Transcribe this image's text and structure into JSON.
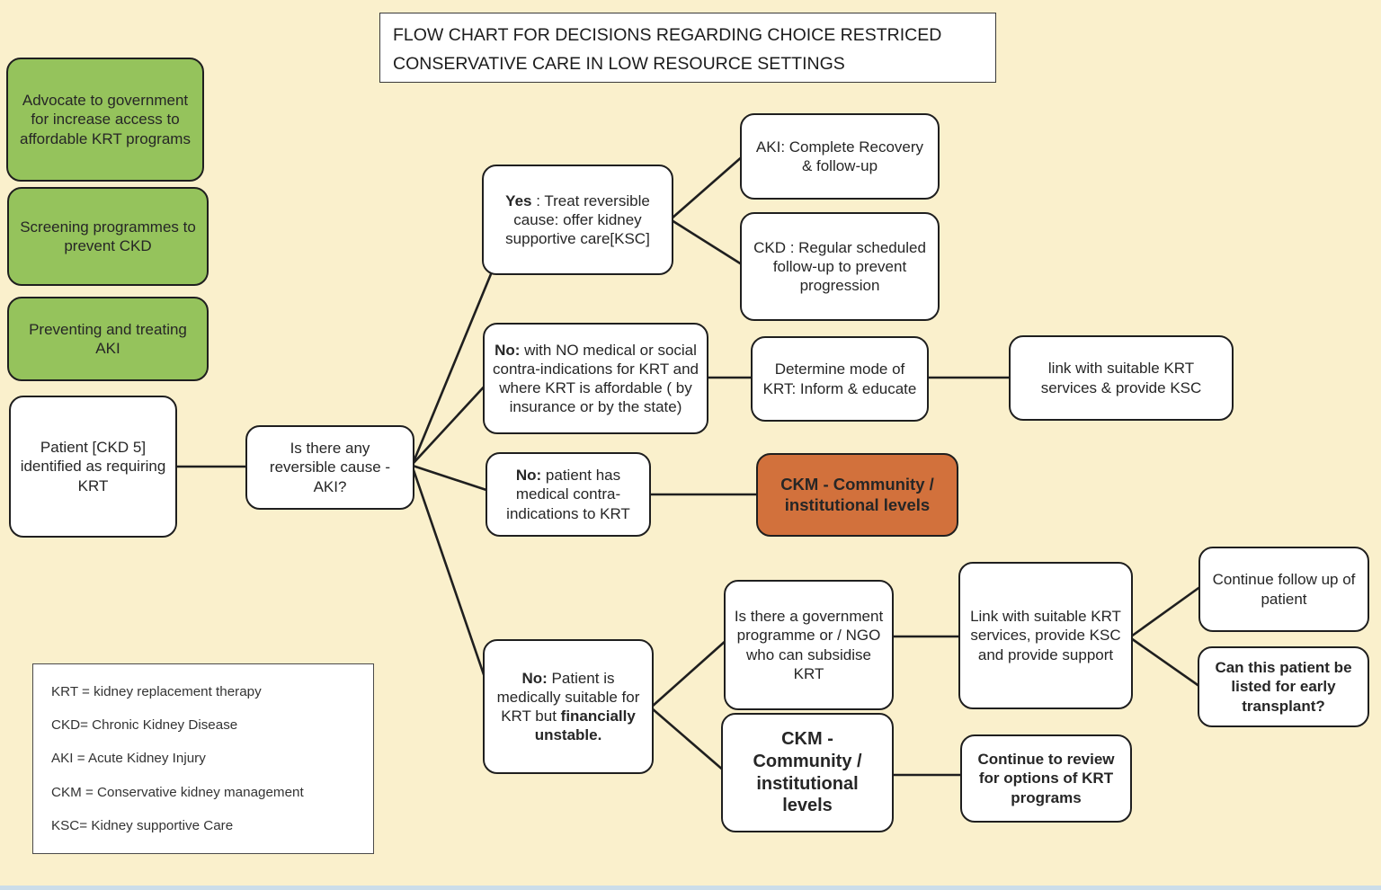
{
  "title": {
    "line1": "FLOW CHART FOR DECISIONS REGARDING CHOICE RESTRICED",
    "line2": "CONSERVATIVE CARE IN LOW RESOURCE SETTINGS"
  },
  "side_actions": [
    {
      "label": "Advocate to government for increase access to affordable KRT programs"
    },
    {
      "label": "Screening programmes to prevent CKD"
    },
    {
      "label": "Preventing and treating AKI"
    }
  ],
  "flow": {
    "patient": "Patient [CKD 5] identified as requiring KRT",
    "reversible_question": "Is there any reversible cause - AKI?",
    "yes_branch": {
      "prefix": "Yes",
      "rest": " : Treat reversible cause: offer kidney supportive care[KSC]"
    },
    "aki_outcome": "AKI: Complete Recovery & follow-up",
    "ckd_outcome": "CKD : Regular scheduled follow-up to prevent progression",
    "no_affordable": {
      "prefix": "No:",
      "rest": " with NO medical or social contra-indications for KRT and where KRT is affordable ( by insurance or by the state)"
    },
    "determine_mode": "Determine mode of KRT: Inform & educate",
    "link_krt_ksc": "link with suitable KRT services & provide KSC",
    "no_medical": {
      "prefix": "No:",
      "rest": " patient has medical contra-indications to KRT"
    },
    "ckm_orange": "CKM - Community / institutional levels",
    "no_financial": {
      "prefix": "No:",
      "mid": " Patient is medically suitable for KRT but ",
      "bold": "financially unstable."
    },
    "gov_programme": "Is there a government programme or / NGO who can subsidise KRT",
    "link_support": "Link with suitable KRT services, provide KSC and provide support",
    "ckm_white": "CKM - Community / institutional levels",
    "continue_followup": "Continue follow up of patient",
    "early_transplant": "Can this patient be listed for early transplant?",
    "review_programs": "Continue to review for options of KRT programs"
  },
  "legend": {
    "items": [
      "KRT = kidney replacement therapy",
      "CKD= Chronic Kidney Disease",
      "AKI = Acute Kidney Injury",
      "CKM = Conservative kidney management",
      "KSC= Kidney supportive Care"
    ]
  },
  "colors": {
    "background": "#FAF0CC",
    "action_green": "#95C35C",
    "ckm_orange": "#D2713C",
    "node_border": "#1F1F1F",
    "bottom_strip": "#CBDDE9"
  }
}
